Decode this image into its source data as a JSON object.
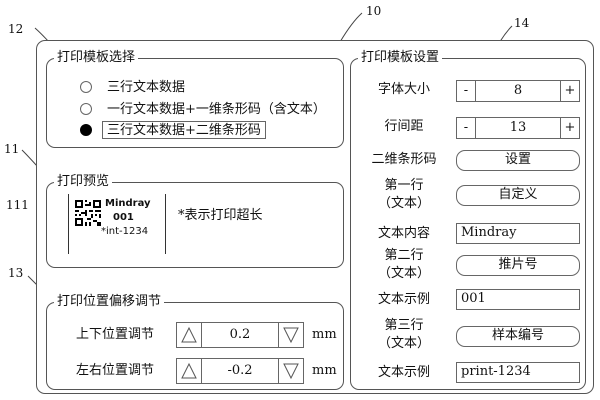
{
  "reference_numbers": {
    "outer": "10",
    "template_select": "12",
    "template_settings": "14",
    "preview": "11",
    "preview_label": "111",
    "offset": "13"
  },
  "template_select": {
    "title": "打印模板选择",
    "options": [
      {
        "label": "三行文本数据",
        "selected": false
      },
      {
        "label": "一行文本数据+一维条形码（含文本）",
        "selected": false
      },
      {
        "label": "三行文本数据+二维条形码",
        "selected": true
      }
    ]
  },
  "preview": {
    "title": "打印预览",
    "label_lines": [
      "Mindray",
      "001",
      "*int-1234"
    ],
    "note": "*表示打印超长"
  },
  "offset": {
    "title": "打印位置偏移调节",
    "rows": [
      {
        "label": "上下位置调节",
        "value": "0.2",
        "unit": "mm"
      },
      {
        "label": "左右位置调节",
        "value": "-0.2",
        "unit": "mm"
      }
    ]
  },
  "settings": {
    "title": "打印模板设置",
    "font_size": {
      "label": "字体大小",
      "value": "8",
      "minus": "-",
      "plus": "+"
    },
    "line_spacing": {
      "label": "行间距",
      "value": "13",
      "minus": "-",
      "plus": "+"
    },
    "barcode": {
      "label": "二维条形码",
      "button": "设置"
    },
    "line1": {
      "label_line1": "第一行",
      "label_line2": "（文本）",
      "button": "自定义"
    },
    "content": {
      "label": "文本内容",
      "value": "Mindray"
    },
    "line2": {
      "label_line1": "第二行",
      "label_line2": "（文本）",
      "button": "推片号"
    },
    "example2": {
      "label": "文本示例",
      "value": "001"
    },
    "line3": {
      "label_line1": "第三行",
      "label_line2": "（文本）",
      "button": "样本编号"
    },
    "example3": {
      "label": "文本示例",
      "value": "print-1234"
    }
  }
}
